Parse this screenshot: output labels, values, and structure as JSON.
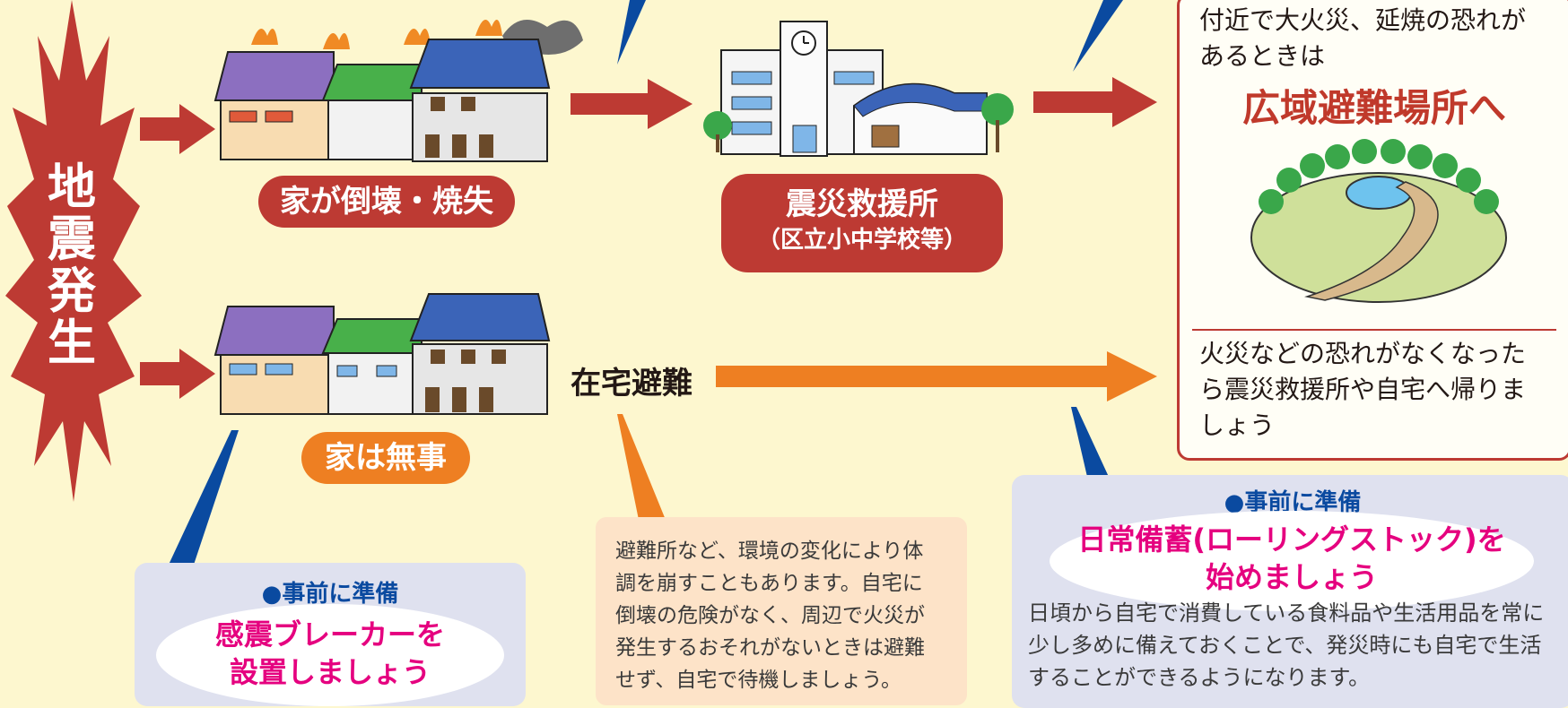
{
  "colors": {
    "background": "#fdf7cf",
    "red": "#bd3a33",
    "orange": "#ee7f22",
    "blue": "#0a4aa0",
    "magenta": "#e5007f"
  },
  "earthquake": {
    "label": "地震発生"
  },
  "top_row": {
    "house_status": "家が倒壊・焼失",
    "shelter_title": "震災救援所",
    "shelter_sub": "（区立小中学校等）"
  },
  "bottom_row": {
    "house_status": "家は無事",
    "home_evacuation": "在宅避難"
  },
  "wide_area": {
    "intro_line1": "付近で大火災、延焼の恐れが",
    "intro_line2": "あるときは",
    "title": "広域避難場所へ",
    "after_line1": "火災などの恐れがなくなった",
    "after_line2": "ら震災救援所や自宅へ帰りま",
    "after_line3": "しょう"
  },
  "prep_breaker": {
    "heading": "●事前に準備",
    "line1": "感震ブレーカーを",
    "line2": "設置しましょう"
  },
  "home_note": {
    "line1": "避難所など、環境の変化により体",
    "line2": "調を崩すこともあります。自宅に",
    "line3": "倒壊の危険がなく、周辺で火災が",
    "line4": "発生するおそれがないときは避難",
    "line5": "せず、自宅で待機しましょう。"
  },
  "prep_stock": {
    "heading": "●事前に準備",
    "line1": "日常備蓄(ローリングストック)を",
    "line2": "始めましょう",
    "body1": "日頃から自宅で消費している食料品や生活用品を常に",
    "body2": "少し多めに備えておくことで、発災時にも自宅で生活",
    "body3": "することができるようになります。"
  }
}
